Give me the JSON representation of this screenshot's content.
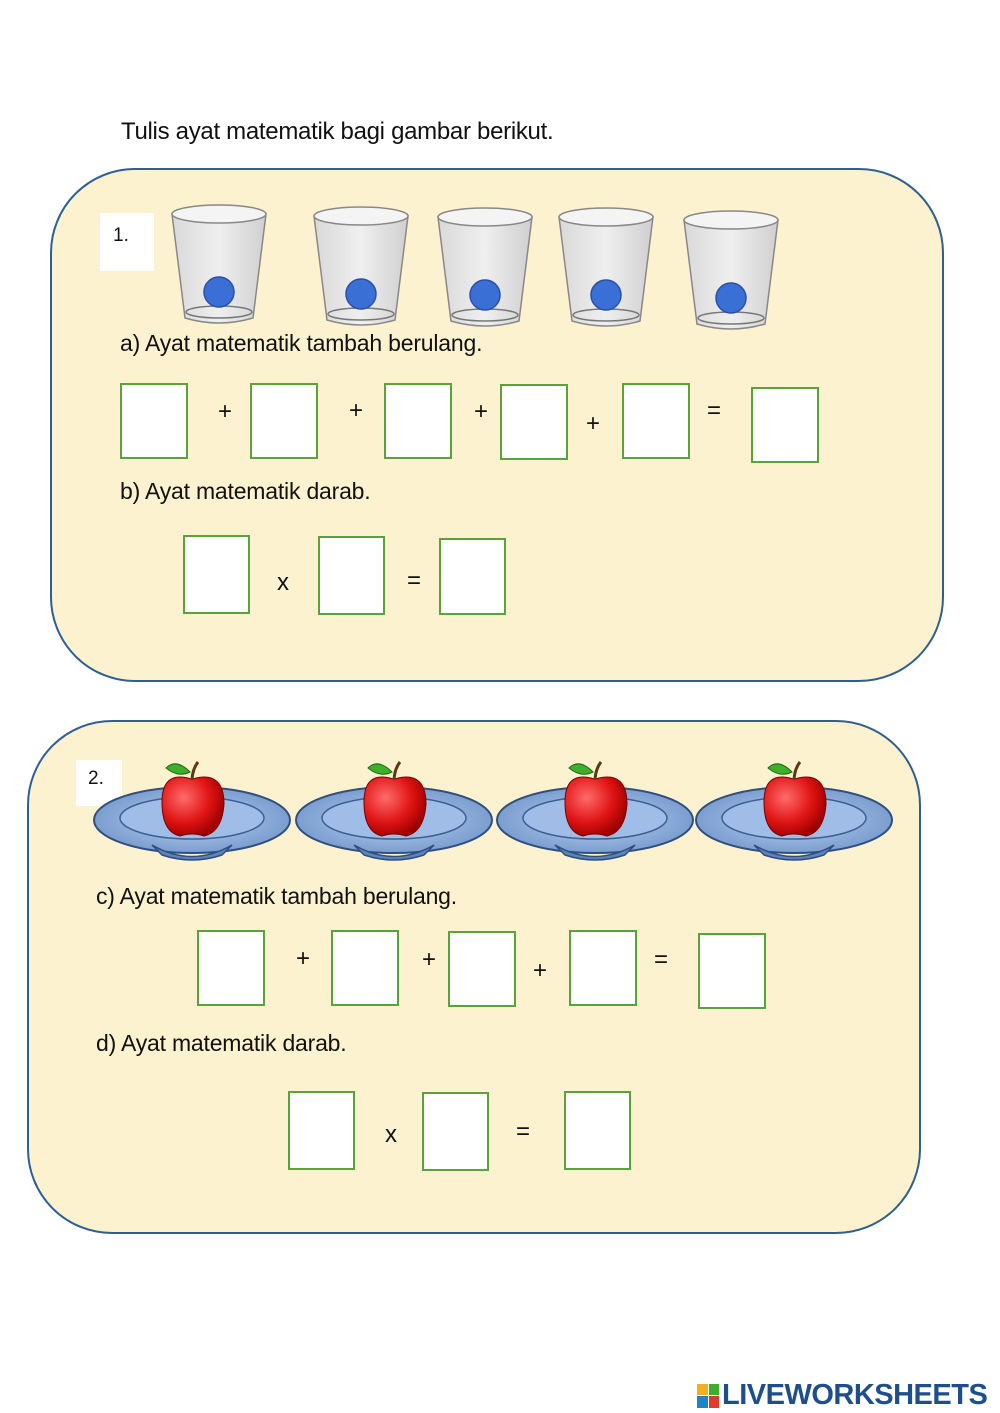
{
  "instruction": "Tulis ayat matematik bagi gambar berikut.",
  "question1": {
    "number": "1.",
    "part_a_label": "a) Ayat matematik tambah berulang.",
    "part_b_label": "b) Ayat matematik darab.",
    "cups_icon": "cup-with-ball-icon"
  },
  "question2": {
    "number": "2.",
    "part_c_label": "c) Ayat matematik tambah berulang.",
    "part_d_label": "d) Ayat matematik darab.",
    "plates_icon": "apple-on-plate-icon"
  },
  "operators": {
    "plus": "+",
    "equals": "=",
    "times": "x"
  },
  "colors": {
    "panel_fill": "#fdf2d0",
    "panel_border": "#2e5f93",
    "answer_box_border": "#5aa33a",
    "ball": "#3a6fd6",
    "apple": "#e01414"
  },
  "footer": {
    "logo_text": "LIVEWORKSHEETS"
  }
}
